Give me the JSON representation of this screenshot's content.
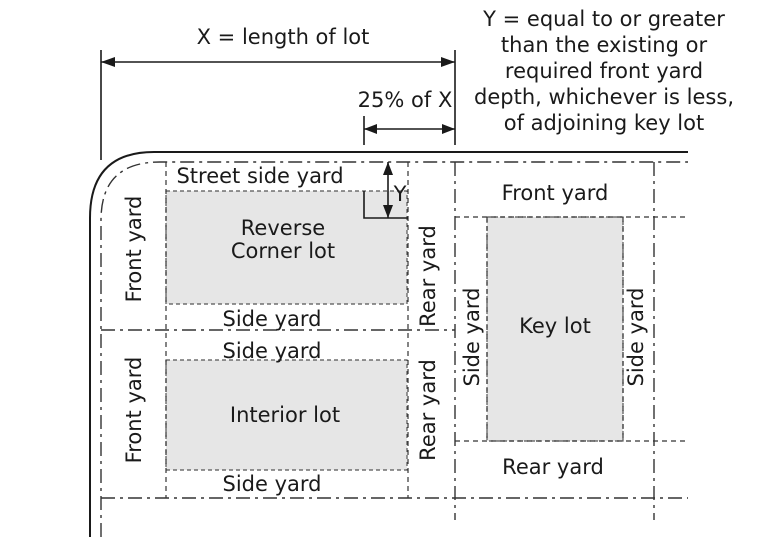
{
  "labels": {
    "x_def": "X = length of lot",
    "y_def": [
      "Y = equal to or greater",
      "than the existing or",
      "required front yard",
      "depth, whichever is less,",
      "of adjoining key lot"
    ],
    "pct": "25% of X",
    "y_mark": "Y",
    "street_side_yard": "Street side yard",
    "corner_lot": [
      "Reverse",
      "Corner lot"
    ],
    "front_yard": "Front yard",
    "rear_yard": "Rear yard",
    "side_yard": "Side yard",
    "interior_lot": "Interior lot",
    "key_lot": "Key lot"
  }
}
